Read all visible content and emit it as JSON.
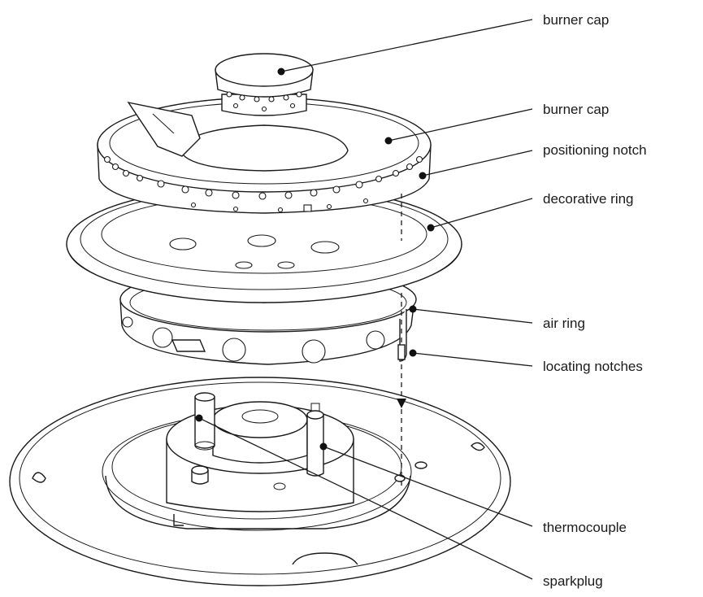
{
  "callouts": [
    {
      "id": "burner-cap-top",
      "label": "burner cap"
    },
    {
      "id": "burner-cap",
      "label": "burner cap"
    },
    {
      "id": "positioning-notch",
      "label": "positioning notch"
    },
    {
      "id": "decorative-ring",
      "label": "decorative ring"
    },
    {
      "id": "air-ring",
      "label": "air ring"
    },
    {
      "id": "locating-notches",
      "label": "locating notches"
    },
    {
      "id": "thermocouple",
      "label": "thermocouple"
    },
    {
      "id": "sparkplug",
      "label": "sparkplug"
    }
  ],
  "colors": {
    "line": "#1a1a1a",
    "background": "#ffffff"
  }
}
